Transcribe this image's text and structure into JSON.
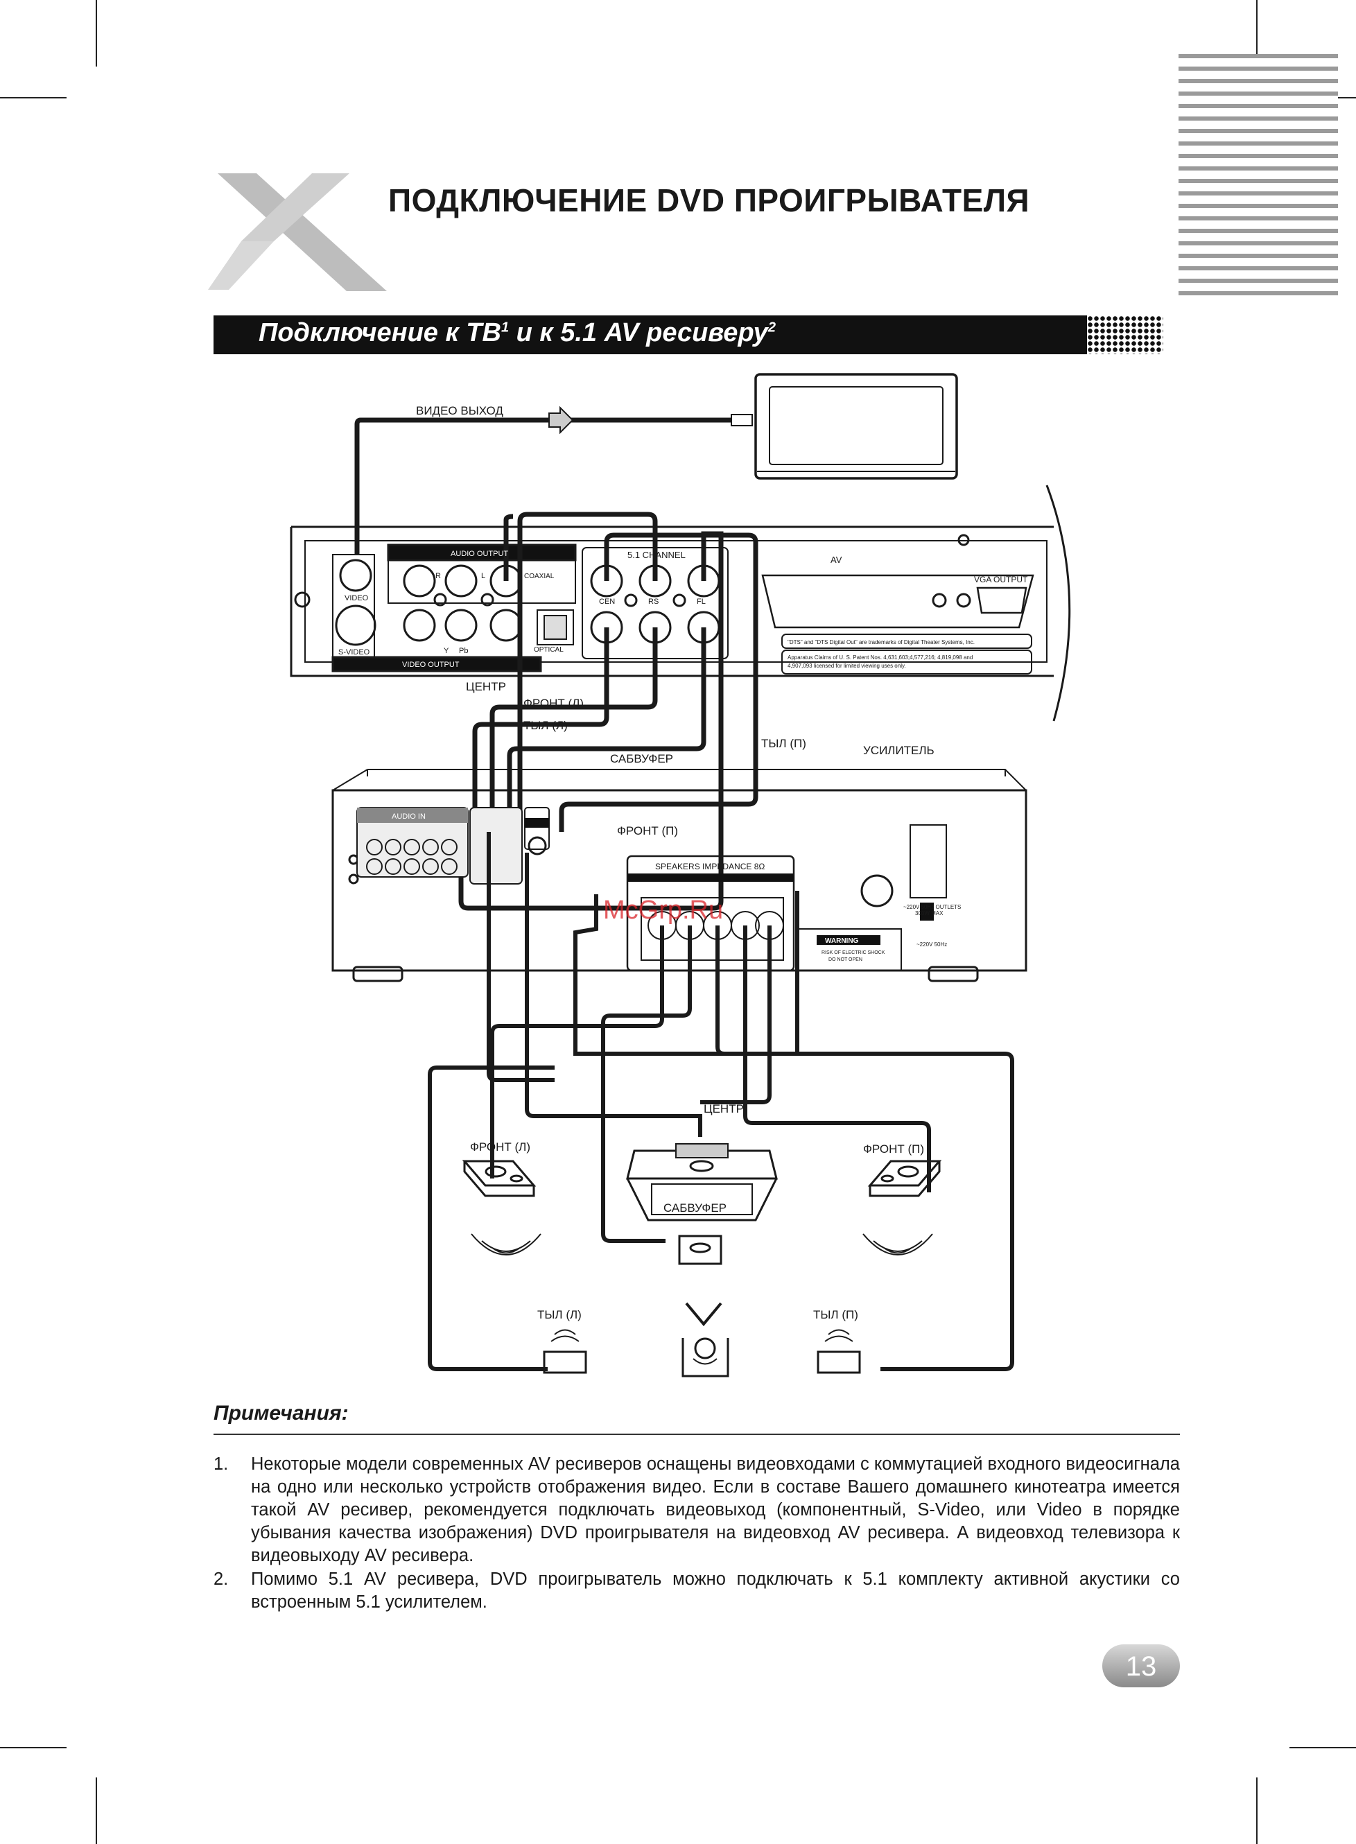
{
  "page_title": "ПОДКЛЮЧЕНИЕ DVD ПРОИГРЫВАТЕЛЯ",
  "section": {
    "title_part1": "Подключение к ТВ",
    "sup1": "1",
    "title_part2": " и к 5.1 AV ресиверу",
    "sup2": "2"
  },
  "diagram": {
    "video_out": "ВИДЕО ВЫХОД",
    "audio_output": "AUDIO OUTPUT",
    "ch51": "5.1 CHANNEL",
    "av": "AV",
    "vga_output": "VGA OUTPUT",
    "video": "VIDEO",
    "s_video": "S-VIDEO",
    "video_output": "VIDEO OUTPUT",
    "jack_r": "R",
    "jack_l": "L",
    "coaxial": "COAXIAL",
    "optical": "OPTICAL",
    "jack_y": "Y",
    "jack_pb": "Pb",
    "jack_cen": "CEN",
    "jack_rs": "RS",
    "jack_fl": "FL",
    "dts_note": "\"DTS\" and \"DTS Digital Out\" are trademarks of Digital Theater Systems, Inc.",
    "patent_note_1": "Apparatus Claims of U. S. Patent Nos. 4,631,603;4,577,216; 4,819,098 and",
    "patent_note_2": "4,907,093 licensed for limited viewing uses only.",
    "wire_center": "ЦЕНТР",
    "wire_front_l": "ФРОНТ (Л)",
    "wire_rear_l": "ТЫЛ (Л)",
    "wire_rear_r": "ТЫЛ (П)",
    "wire_sub": "САБВУФЕР",
    "wire_front_r": "ФРОНТ (П)",
    "amplifier": "УСИЛИТЕЛЬ",
    "audio_in": "AUDIO IN",
    "speakers_impedance": "SPEAKERS IMPEDANCE 8Ω",
    "warning": "WARNING",
    "warning_sub1": "RISK OF ELECTRIC SHOCK",
    "warning_sub2": "DO NOT OPEN",
    "outlets_1": "~220V 50Hz OUTLETS",
    "outlets_2": "300W MAX",
    "power": "~220V 50Hz",
    "watermark": "McGrp.Ru",
    "spk_center": "ЦЕНТР",
    "spk_front_l": "ФРОНТ (Л)",
    "spk_front_r": "ФРОНТ (П)",
    "spk_sub": "САБВУФЕР",
    "spk_rear_l": "ТЫЛ (Л)",
    "spk_rear_r": "ТЫЛ (П)"
  },
  "notes": {
    "title": "Примечания:",
    "items": [
      {
        "num": "1.",
        "text": "Некоторые модели современных AV ресиверов оснащены видеовходами с коммутацией входного видеосигнала на одно или несколько устройств отображения видео. Если в составе Вашего домашнего кинотеатра имеется такой AV ресивер, рекомендуется подключать видеовыход (компонентный, S-Video, или Video в порядке убывания качества изображения) DVD проигрывателя на видеовход AV ресивера. А видеовход телевизора к видеовыходу AV ресивера."
      },
      {
        "num": "2.",
        "text": "Помимо 5.1 AV ресивера, DVD проигрыватель можно подключать к 5.1 комплекту активной акустики со встроенным 5.1 усилителем."
      }
    ]
  },
  "page_number": "13"
}
